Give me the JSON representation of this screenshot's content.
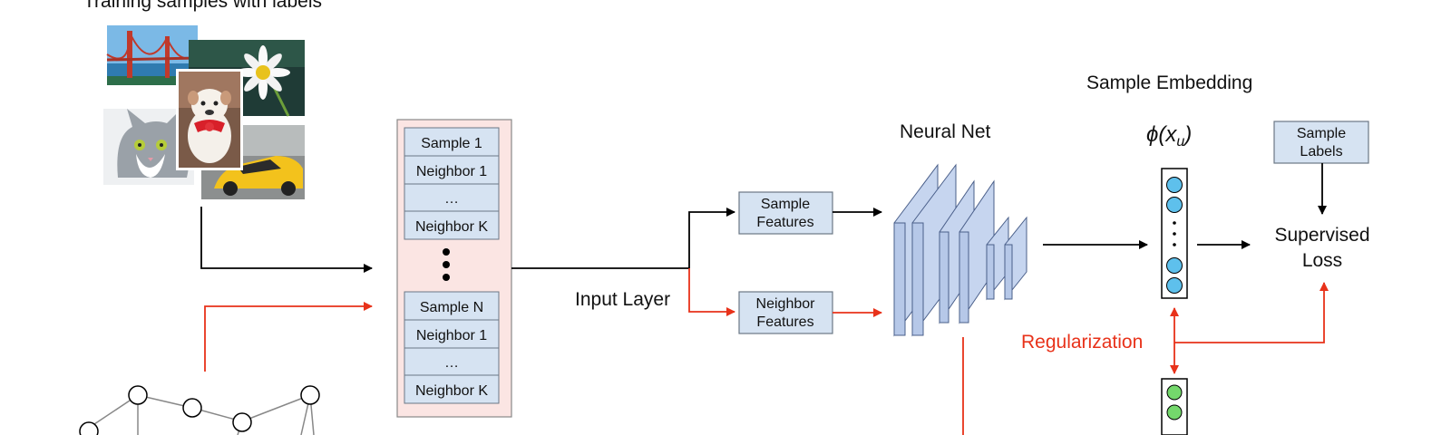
{
  "labels": {
    "training_samples": "Training samples with labels",
    "input_layer": "Input Layer",
    "neural_net": "Neural Net",
    "sample_embedding": "Sample Embedding",
    "phi": "ϕ(x",
    "phi_sub": "u",
    "phi_close": ")",
    "supervised_loss_1": "Supervised",
    "supervised_loss_2": "Loss",
    "regularization": "Regularization"
  },
  "input_block": {
    "top_cells": [
      "Sample 1",
      "Neighbor 1",
      "…",
      "Neighbor K"
    ],
    "bottom_cells": [
      "Sample N",
      "Neighbor 1",
      "…",
      "Neighbor K"
    ]
  },
  "feature_boxes": {
    "sample_features": [
      "Sample",
      "Features"
    ],
    "neighbor_features": [
      "Neighbor",
      "Features"
    ],
    "sample_labels": [
      "Sample",
      "Labels"
    ]
  },
  "photos": [
    "golden-gate-bridge",
    "daisy-flower",
    "bulldog-puppy",
    "cat",
    "yellow-sports-car"
  ],
  "colors": {
    "accent_red": "#e8321a",
    "cell_fill": "#d6e3f2",
    "input_panel_fill": "#fbe5e3",
    "net_fill": "#b6c8e8",
    "embed_blue": "#5ec0ec",
    "embed_green": "#74d86c"
  }
}
